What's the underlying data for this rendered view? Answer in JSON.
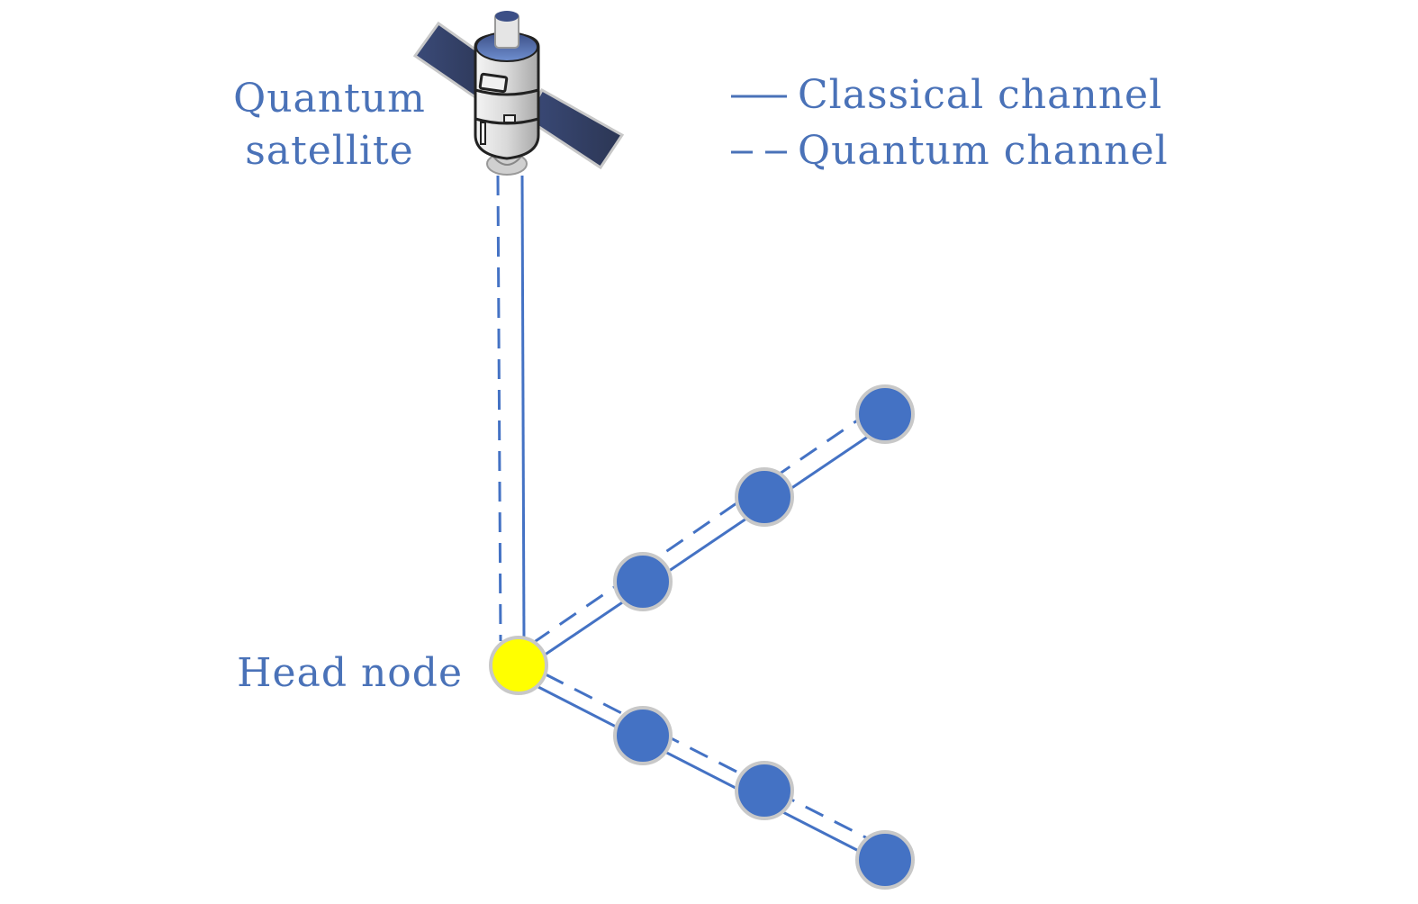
{
  "labels": {
    "satellite_line1": "Quantum",
    "satellite_line2": "satellite",
    "head_node": "Head node"
  },
  "legend": {
    "classical": "Classical channel",
    "quantum": "Quantum channel"
  },
  "colors": {
    "text": "#4a72b8",
    "line": "#4472c4",
    "node_fill": "#4472c4",
    "node_stroke": "#c8c8c8",
    "head_fill": "#ffff00",
    "panel_dark": "#2e3a5c",
    "panel_light": "#3d5a9e"
  },
  "network": {
    "head": "head-node",
    "branches": [
      {
        "name": "upper-branch",
        "nodes": [
          "node-u1",
          "node-u2",
          "node-u3"
        ]
      },
      {
        "name": "lower-branch",
        "nodes": [
          "node-l1",
          "node-l2",
          "node-l3"
        ]
      }
    ],
    "uplink": {
      "from": "head-node",
      "to": "quantum-satellite",
      "channels": [
        "quantum",
        "classical"
      ]
    }
  }
}
